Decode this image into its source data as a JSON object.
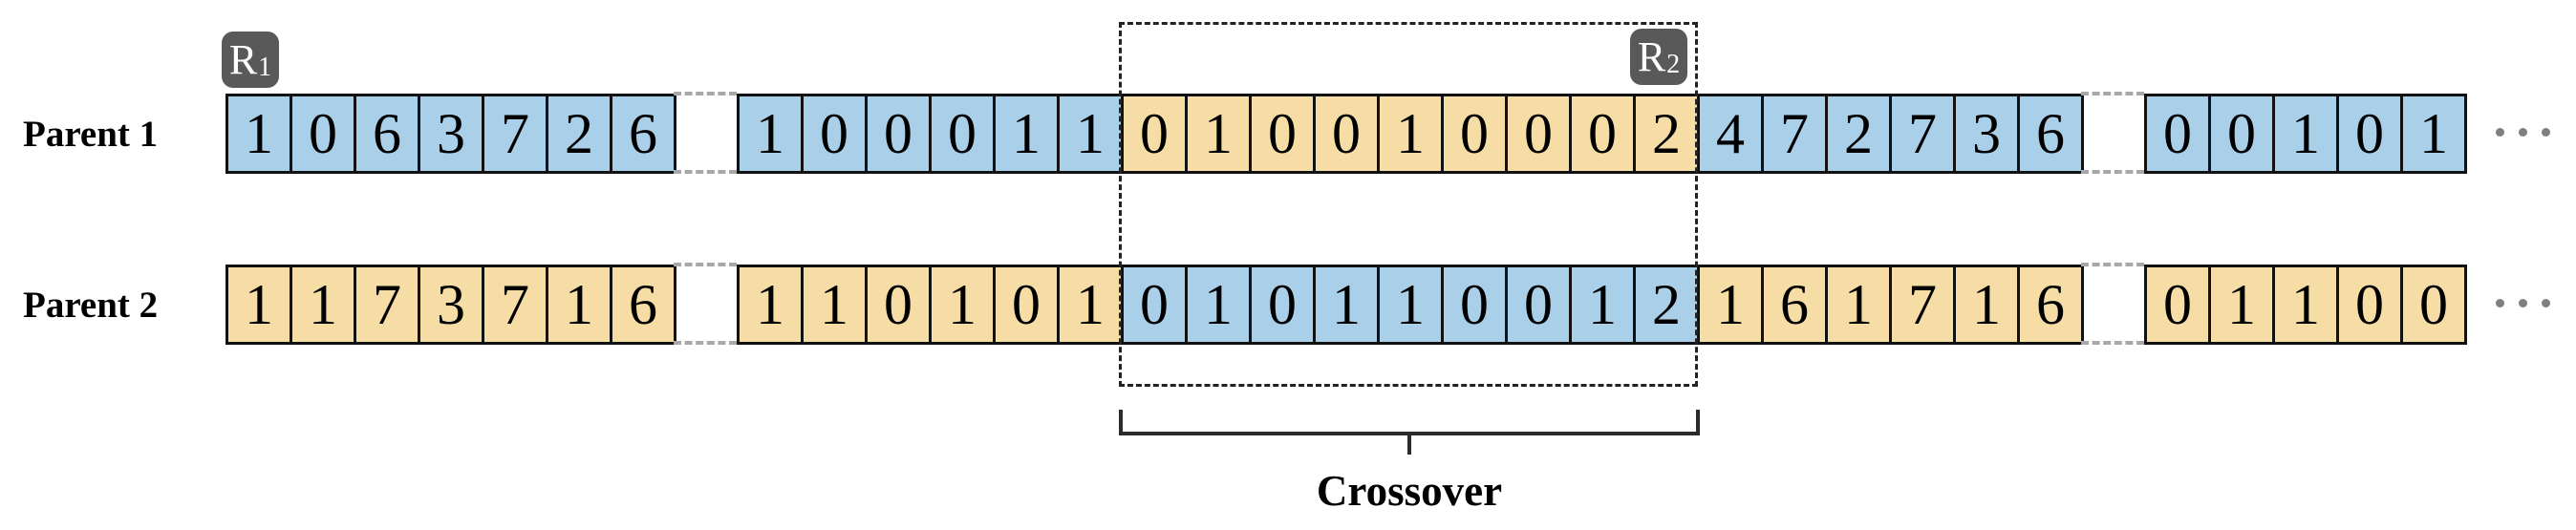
{
  "parents": [
    {
      "label": "Parent 1",
      "segments": [
        {
          "cells": [
            "1",
            "0",
            "6",
            "3",
            "7",
            "2",
            "6"
          ],
          "color": "blue",
          "crossover": false
        },
        {
          "cells": [
            "1",
            "0",
            "0",
            "0",
            "1",
            "1"
          ],
          "color": "blue",
          "crossover": false
        },
        {
          "cells": [
            "0",
            "1",
            "0",
            "0",
            "1",
            "0",
            "0",
            "0",
            "2"
          ],
          "color": "orange",
          "crossover": true
        },
        {
          "cells": [
            "4",
            "7",
            "2",
            "7",
            "3",
            "6"
          ],
          "color": "blue",
          "crossover": false
        },
        {
          "cells": [
            "0",
            "0",
            "1",
            "0",
            "1"
          ],
          "color": "blue",
          "crossover": false
        }
      ]
    },
    {
      "label": "Parent 2",
      "segments": [
        {
          "cells": [
            "1",
            "1",
            "7",
            "3",
            "7",
            "1",
            "6"
          ],
          "color": "orange",
          "crossover": false
        },
        {
          "cells": [
            "1",
            "1",
            "0",
            "1",
            "0",
            "1"
          ],
          "color": "orange",
          "crossover": false
        },
        {
          "cells": [
            "0",
            "1",
            "0",
            "1",
            "1",
            "0",
            "0",
            "1",
            "2"
          ],
          "color": "blue",
          "crossover": true
        },
        {
          "cells": [
            "1",
            "6",
            "1",
            "7",
            "1",
            "6"
          ],
          "color": "orange",
          "crossover": false
        },
        {
          "cells": [
            "0",
            "1",
            "1",
            "0",
            "0"
          ],
          "color": "orange",
          "crossover": false
        }
      ]
    }
  ],
  "markers": {
    "r1_main": "R",
    "r1_sub": "1",
    "r2_main": "R",
    "r2_sub": "2"
  },
  "crossover_label": "Crossover",
  "ellipsis_dots": 3,
  "colors": {
    "blue": "#a9cfe9",
    "orange": "#f6dda6",
    "badge": "#595959",
    "cell_border": "#111111",
    "box_dash": "#222222",
    "connector_gray": "#a8a8a8",
    "dot_gray": "#7f7f7f",
    "brace": "#2b2b2b"
  }
}
